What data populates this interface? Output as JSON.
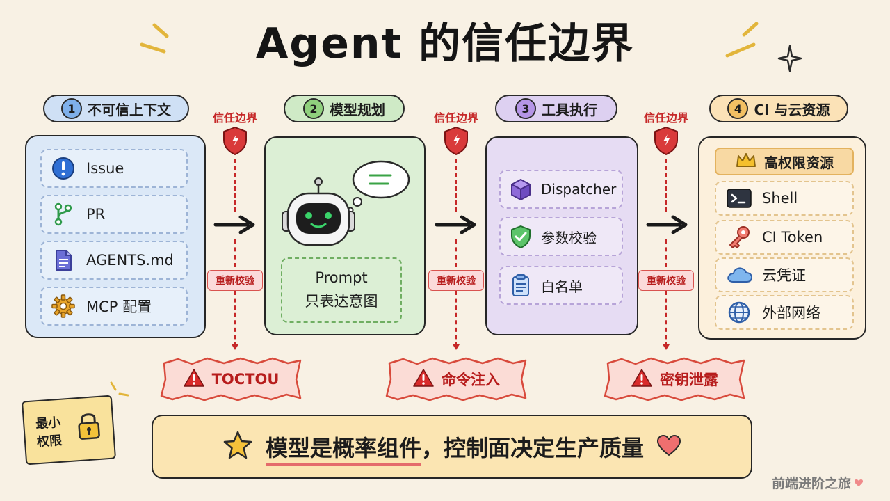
{
  "title": "Agent 的信任边界",
  "stages": [
    {
      "label": "不可信上下文",
      "number": "1"
    },
    {
      "label": "模型规划",
      "number": "2"
    },
    {
      "label": "工具执行",
      "number": "3"
    },
    {
      "label": "CI 与云资源",
      "number": "4"
    }
  ],
  "stage1_items": [
    {
      "label": "Issue",
      "icon": "exclamation-circle-icon"
    },
    {
      "label": "PR",
      "icon": "git-branch-icon"
    },
    {
      "label": "AGENTS.md",
      "icon": "document-icon"
    },
    {
      "label": "MCP 配置",
      "icon": "gear-icon"
    }
  ],
  "stage2": {
    "box_line1": "Prompt",
    "box_line2": "只表达意图",
    "icon": "robot-icon"
  },
  "stage3_items": [
    {
      "label": "Dispatcher",
      "icon": "cube-icon"
    },
    {
      "label": "参数校验",
      "icon": "shield-check-icon"
    },
    {
      "label": "白名单",
      "icon": "clipboard-icon"
    }
  ],
  "stage4": {
    "header": "高权限资源",
    "items": [
      {
        "label": "Shell",
        "icon": "terminal-icon"
      },
      {
        "label": "CI Token",
        "icon": "key-icon"
      },
      {
        "label": "云凭证",
        "icon": "cloud-icon"
      },
      {
        "label": "外部网络",
        "icon": "globe-icon"
      }
    ]
  },
  "boundaries": [
    {
      "label": "信任边界",
      "recheck": "重新校验",
      "risk": "TOCTOU"
    },
    {
      "label": "信任边界",
      "recheck": "重新校验",
      "risk": "命令注入"
    },
    {
      "label": "信任边界",
      "recheck": "重新校验",
      "risk": "密钥泄露"
    }
  ],
  "note": {
    "line1": "最小",
    "line2": "权限"
  },
  "banner": {
    "part1": "模型是概率组件",
    "part2": "，控制面决定生产质量"
  },
  "watermark": "前端进阶之旅",
  "colors": {
    "background": "#f8f1e4",
    "stage1": "#dbe8f7",
    "stage2": "#dcefd5",
    "stage3": "#e6dcf3",
    "stage4": "#fcf0dc",
    "danger": "#c62828",
    "banner": "#fbe5b2"
  }
}
